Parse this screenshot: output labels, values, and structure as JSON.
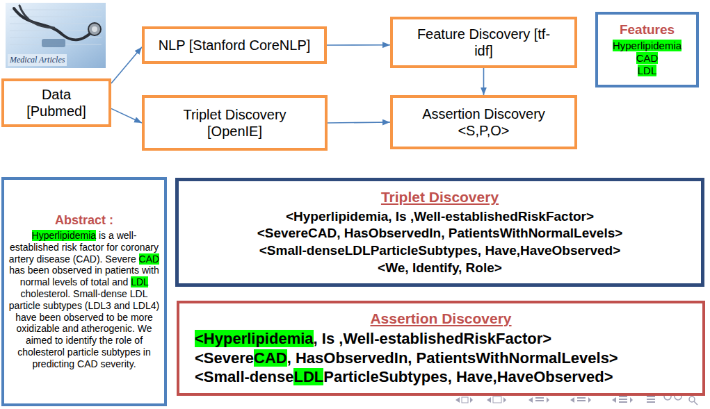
{
  "diagram": {
    "nodes": [
      {
        "text": [
          "Data [Pubmed]"
        ]
      },
      {
        "text": [
          "NLP [Stanford CoreNLP]"
        ]
      },
      {
        "text": [
          "Feature Discovery [tf-idf]"
        ]
      },
      {
        "text": [
          "Triplet Discovery [OpenIE]"
        ]
      },
      {
        "text": [
          "Assertion Discovery <S,P,O>"
        ]
      },
      {
        "text": [
          "Features",
          "Hyperlipidemia",
          "CAD",
          "LDL"
        ]
      },
      {
        "text": [
          "Abstract :",
          "Hyperlipidemia",
          "is a well-established risk factor for coronary artery disease (CAD). Severe",
          "CAD",
          "has been observed in patients with normal levels of total and",
          "LDL",
          "cholesterol. Small-dense LDL particle subtypes (LDL3 and LDL4) have been observed to be more oxidizable and atherogenic. We aimed to identify the role of cholesterol particle subtypes in predicting CAD severity."
        ]
      },
      {
        "text": [
          "Triplet Discovery",
          "<Hyperlipidemia, Is ,Well-establishedRiskFactor>",
          "<SevereCAD, HasObservedIn, PatientsWithNormalLevels>",
          "<Small-denseLDLParticleSubtypes, Have,HaveObserved>",
          "<We, Identify, Role>"
        ]
      },
      {
        "text": [
          "Assertion Discovery",
          "<Hyperlipidemia",
          ", Is ,Well-establishedRiskFactor>",
          "<Severe",
          "CAD",
          ", HasObservedIn, PatientsWithNormalLevels>",
          "<Small-dense",
          "LDL",
          "ParticleSubtypes, Have,HaveObserved>"
        ]
      }
    ],
    "edges": [
      {
        "from": 0,
        "to": 1,
        "arrow": "to"
      },
      {
        "from": 0,
        "to": 3,
        "arrow": "to"
      },
      {
        "from": 1,
        "to": 2,
        "arrow": "to"
      },
      {
        "from": 2,
        "to": 4,
        "arrow": "to"
      },
      {
        "from": 3,
        "to": 4,
        "arrow": "to"
      }
    ],
    "labels": [
      "Medical Articles"
    ]
  }
}
